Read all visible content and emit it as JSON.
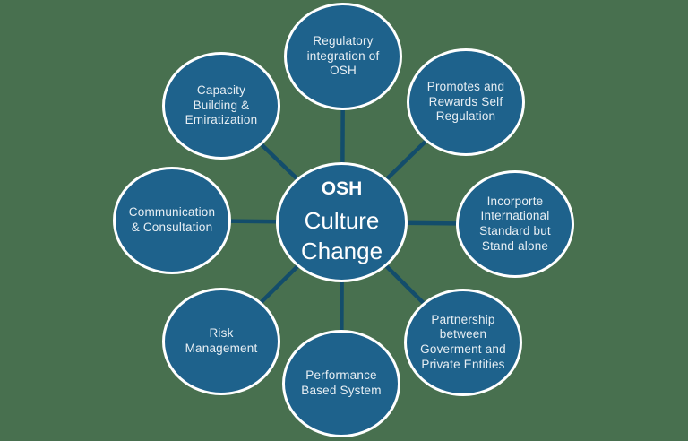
{
  "center": {
    "heading": "OSH",
    "label": "Culture\nChange"
  },
  "nodes": [
    {
      "label": "Regulatory\nintegration of\nOSH"
    },
    {
      "label": "Promotes and\nRewards Self\nRegulation"
    },
    {
      "label": "Incorporte\nInternational\nStandard but\nStand alone"
    },
    {
      "label": "Partnership\nbetween\nGoverment and\nPrivate Entities"
    },
    {
      "label": "Performance\nBased System"
    },
    {
      "label": "Risk\nManagement"
    },
    {
      "label": "Communication\n& Consultation"
    },
    {
      "label": "Capacity\nBuilding &\nEmiratization"
    }
  ],
  "colors": {
    "background": "#48704f",
    "node_fill": "#1e628c",
    "node_border": "#ffffff",
    "connector": "#134d6b",
    "text": "#e8eff4"
  }
}
